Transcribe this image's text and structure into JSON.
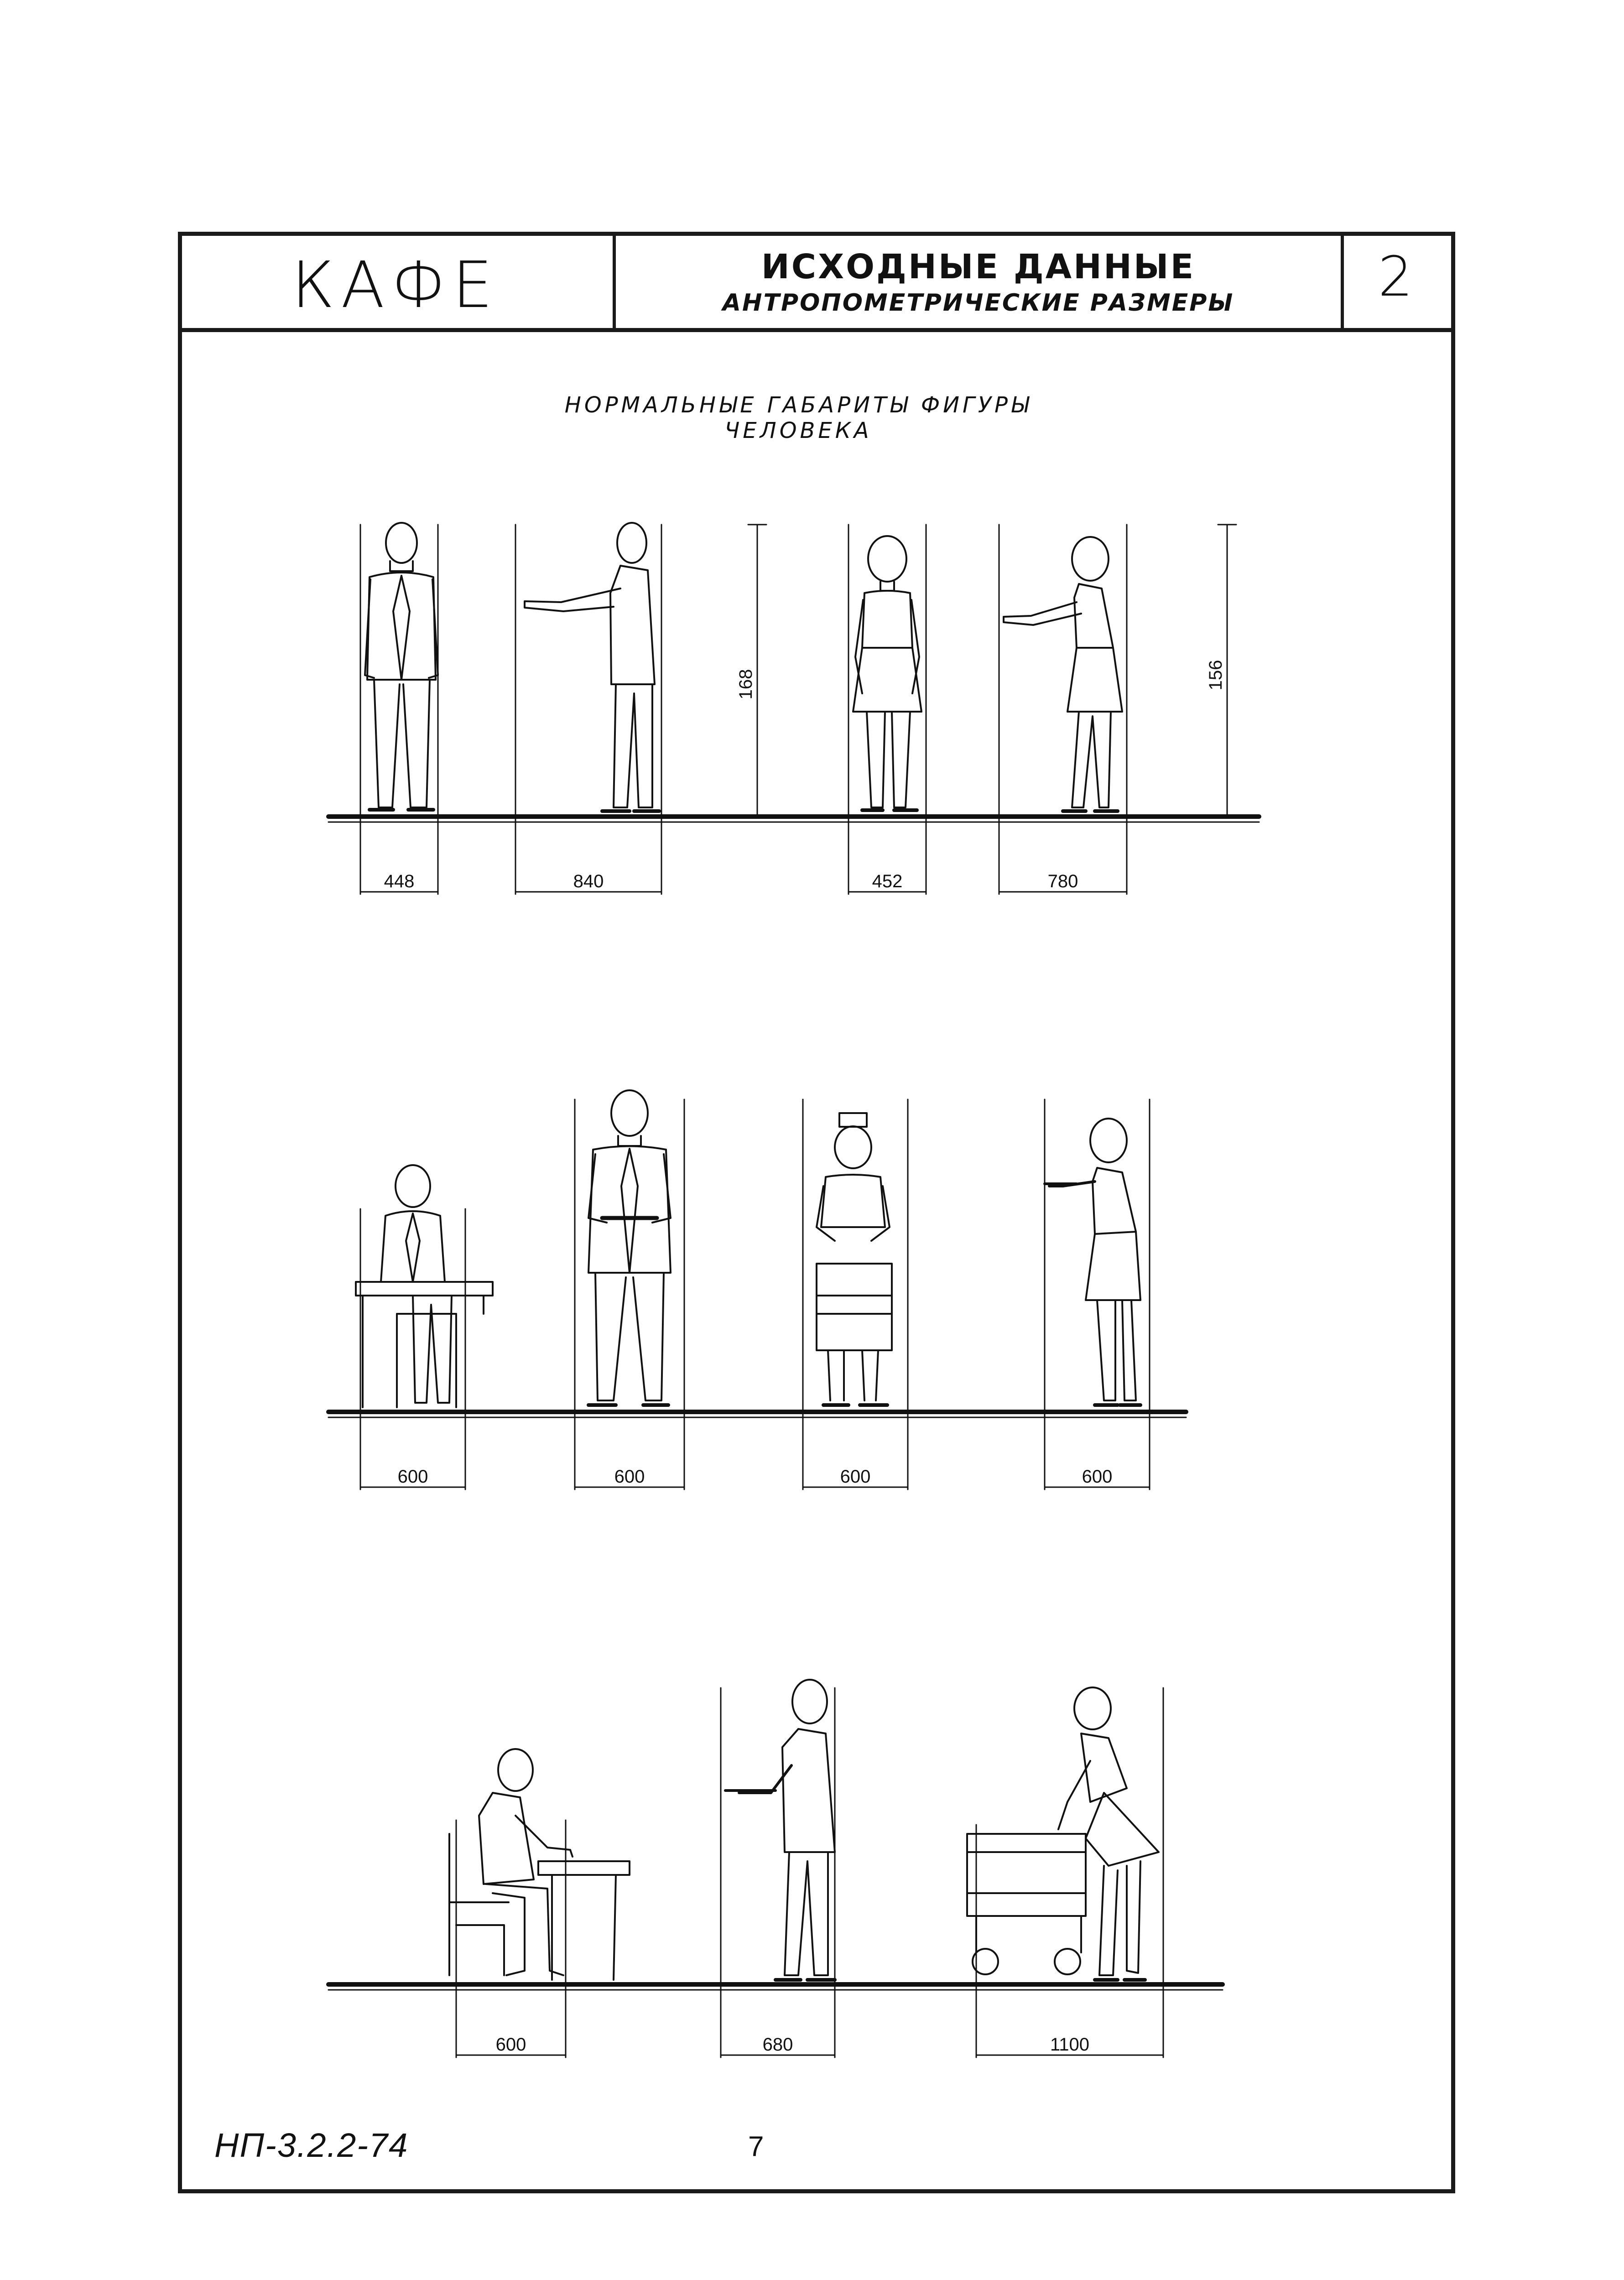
{
  "title_block": {
    "org": "КАФЕ",
    "title": "ИСХОДНЫЕ ДАННЫЕ",
    "subtitle": "АНТРОПОМЕТРИЧЕСКИЕ РАЗМЕРЫ",
    "sheet_number": "2"
  },
  "drawing": {
    "heading": "НОРМАЛЬНЫЕ ГАБАРИТЫ ФИГУРЫ ЧЕЛОВЕКА",
    "row1": {
      "widths": [
        "448",
        "840",
        "452",
        "780"
      ],
      "heights": [
        "168",
        "156"
      ]
    },
    "row2": {
      "widths": [
        "600",
        "600",
        "600",
        "600"
      ]
    },
    "row3": {
      "widths": [
        "600",
        "680",
        "1100"
      ]
    }
  },
  "footer": {
    "doc_code": "НП-3.2.2-74",
    "page_number": "7"
  }
}
